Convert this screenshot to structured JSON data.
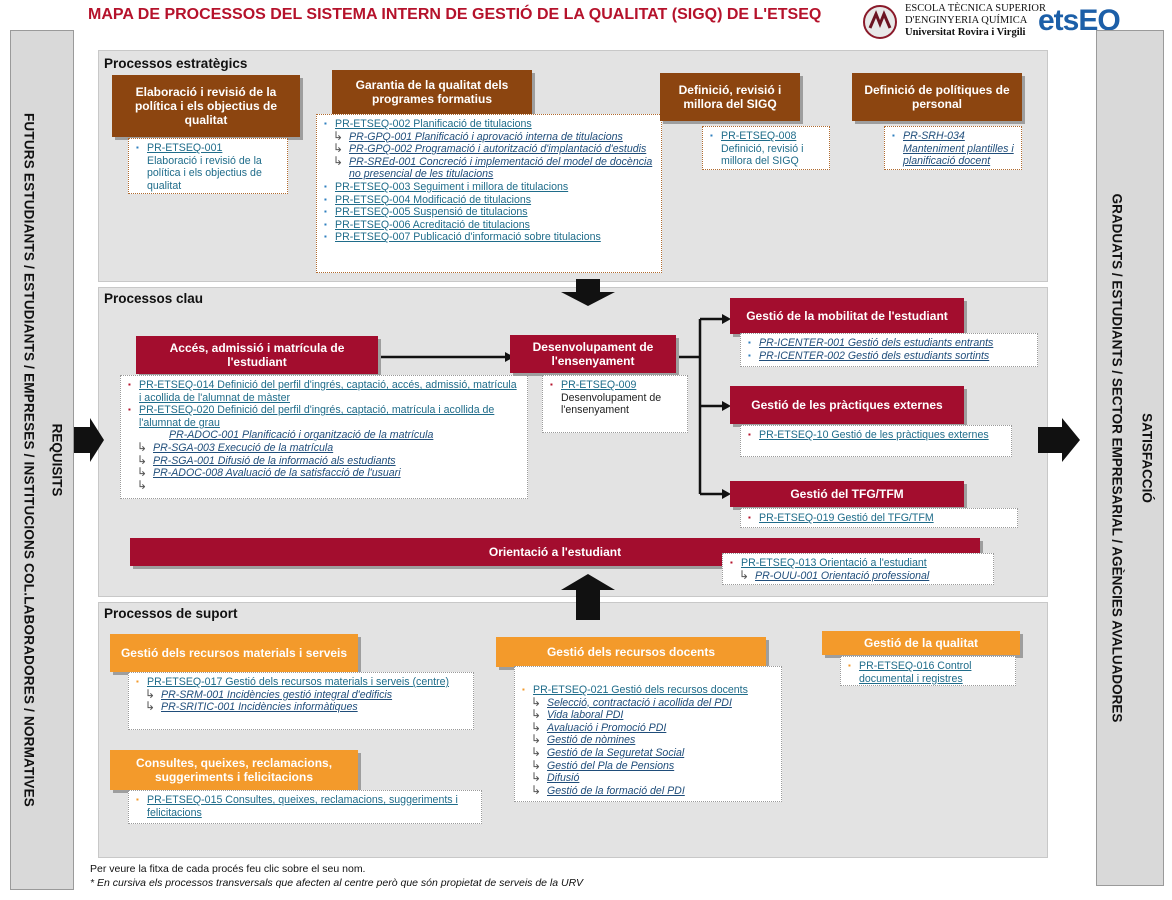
{
  "header": {
    "title": "MAPA DE PROCESSOS DEL SISTEMA INTERN DE GESTIÓ DE LA QUALITAT (SIGQ) DE L'ETSEQ",
    "logo_line1": "ESCOLA TÈCNICA SUPERIOR",
    "logo_line2": "D'ENGINYERIA QUÍMICA",
    "logo_line3": "Universitat Rovira i Virgili",
    "logo_ets": "ets",
    "logo_eq": "EQ"
  },
  "sidebars": {
    "left_text": "FUTURS ESTUDIANTS / ESTUDIANTS / EMPRESES / INSTITUCIONS COL.LABORADORES / NORMATIVES",
    "left_req": "REQUISITS",
    "right_text": "GRADUATS / ESTUDIANTS / SECTOR EMPRESARIAL / AGÈNCIES AVALUADORES",
    "right_sat": "SATISFACCIÓ"
  },
  "strategic": {
    "title": "Processos estratègics",
    "b1": {
      "label": "Elaboració i revisió de la política i els objectius de qualitat",
      "code": "PR-ETSEQ-001",
      "desc": "Elaboració i revisió de la política i els objectius de qualitat"
    },
    "b2": {
      "label": "Garantia de la qualitat dels programes formatius",
      "i1": "PR-ETSEQ-002 Planificació de titulacions",
      "s1": "PR-GPQ-001 Planificació i aprovació interna de titulacions",
      "s2": "PR-GPQ-002 Programació i autorització d'implantació d'estudis",
      "s3": "PR-SREd-001 Concreció i implementació del  model de docència no presencial de les titulacions",
      "i2": "PR-ETSEQ-003 Seguiment i millora de titulacions",
      "i3": "PR-ETSEQ-004 Modificació de titulacions",
      "i4": "PR-ETSEQ-005 Suspensió de titulacions",
      "i5": "PR-ETSEQ-006 Acreditació de titulacions",
      "i6": "PR-ETSEQ-007 Publicació d'informació sobre titulacions"
    },
    "b3": {
      "label": "Definició, revisió i millora del SIGQ",
      "code": "PR-ETSEQ-008",
      "desc": "Definició, revisió i millora del SIGQ"
    },
    "b4": {
      "label": "Definició de polítiques de personal",
      "code": "PR-SRH-034",
      "desc": "Manteniment plantilles i planificació docent"
    }
  },
  "key": {
    "title": "Processos clau",
    "access": {
      "label": "Accés, admissió i matrícula de l'estudiant",
      "i1": "PR-ETSEQ-014 Definició del perfil d'ingrés, captació, accés, admissió, matrícula i acollida de l'alumnat de màster",
      "i2": "PR-ETSEQ-020 Definició del perfil d'ingrés, captació, matrícula i acollida de l'alumnat de grau",
      "s1": "PR-ADOC-001 Planificació i organització de la matrícula",
      "s2": "PR-SGA-003 Execució de la matrícula",
      "s3": "PR-SGA-001 Difusió de la informació als estudiants",
      "s4": "PR-ADOC-008 Avaluació de la satisfacció de l'usuari"
    },
    "teach": {
      "label": "Desenvolupament de l'ensenyament",
      "code": "PR-ETSEQ-009",
      "desc": "Desenvolupament de l'ensenyament"
    },
    "mobility": {
      "label": "Gestió de la mobilitat de l'estudiant",
      "i1": "PR-ICENTER-001 Gestió dels estudiants entrants",
      "i2": "PR-ICENTER-002 Gestió dels estudiants sortints"
    },
    "practices": {
      "label": "Gestió de les pràctiques externes",
      "i1": "PR-ETSEQ-10 Gestió de les pràctiques externes"
    },
    "tfg": {
      "label": "Gestió del TFG/TFM",
      "i1": "PR-ETSEQ-019 Gestió del TFG/TFM"
    },
    "orient": {
      "label": "Orientació a l'estudiant",
      "i1": "PR-ETSEQ-013 Orientació a l'estudiant",
      "s1": "PR-OUU-001 Orientació professional"
    }
  },
  "support": {
    "title": "Processos de suport",
    "materials": {
      "label": "Gestió dels recursos materials i serveis",
      "i1": "PR-ETSEQ-017 Gestió dels recursos materials i serveis (centre)",
      "s1": "PR-SRM-001 Incidències gestió integral d'edificis",
      "s2": "PR-SRITIC-001 Incidències informàtiques"
    },
    "complaints": {
      "label": "Consultes, queixes, reclamacions, suggeriments i felicitacions",
      "i1": "PR-ETSEQ-015 Consultes, queixes, reclamacions, suggeriments i felicitacions"
    },
    "teaching_res": {
      "label": "Gestió dels recursos docents",
      "i1": "PR-ETSEQ-021 Gestió dels recursos docents",
      "s1": "Selecció, contractació i acollida del PDI",
      "s2": "Vida laboral PDI",
      "s3": "Avaluació i Promoció PDI",
      "s4": "Gestió de nòmines",
      "s5": "Gestió de la Seguretat Social",
      "s6": "Gestió del Pla de Pensions",
      "s7": "Difusió",
      "s8": "Gestió de la formació del PDI"
    },
    "quality": {
      "label": "Gestió de la qualitat",
      "i1": "PR-ETSEQ-016 Control documental i registres"
    }
  },
  "footer": {
    "note1": "Per veure la fitxa de cada procés feu clic sobre el seu nom.",
    "note2": "* En cursiva els processos transversals que afecten al centre però que són propietat de serveis de la URV"
  },
  "colors": {
    "strategic": "#8c4510",
    "key": "#a30d2e",
    "support": "#f39a2b",
    "title": "#b5122b"
  }
}
